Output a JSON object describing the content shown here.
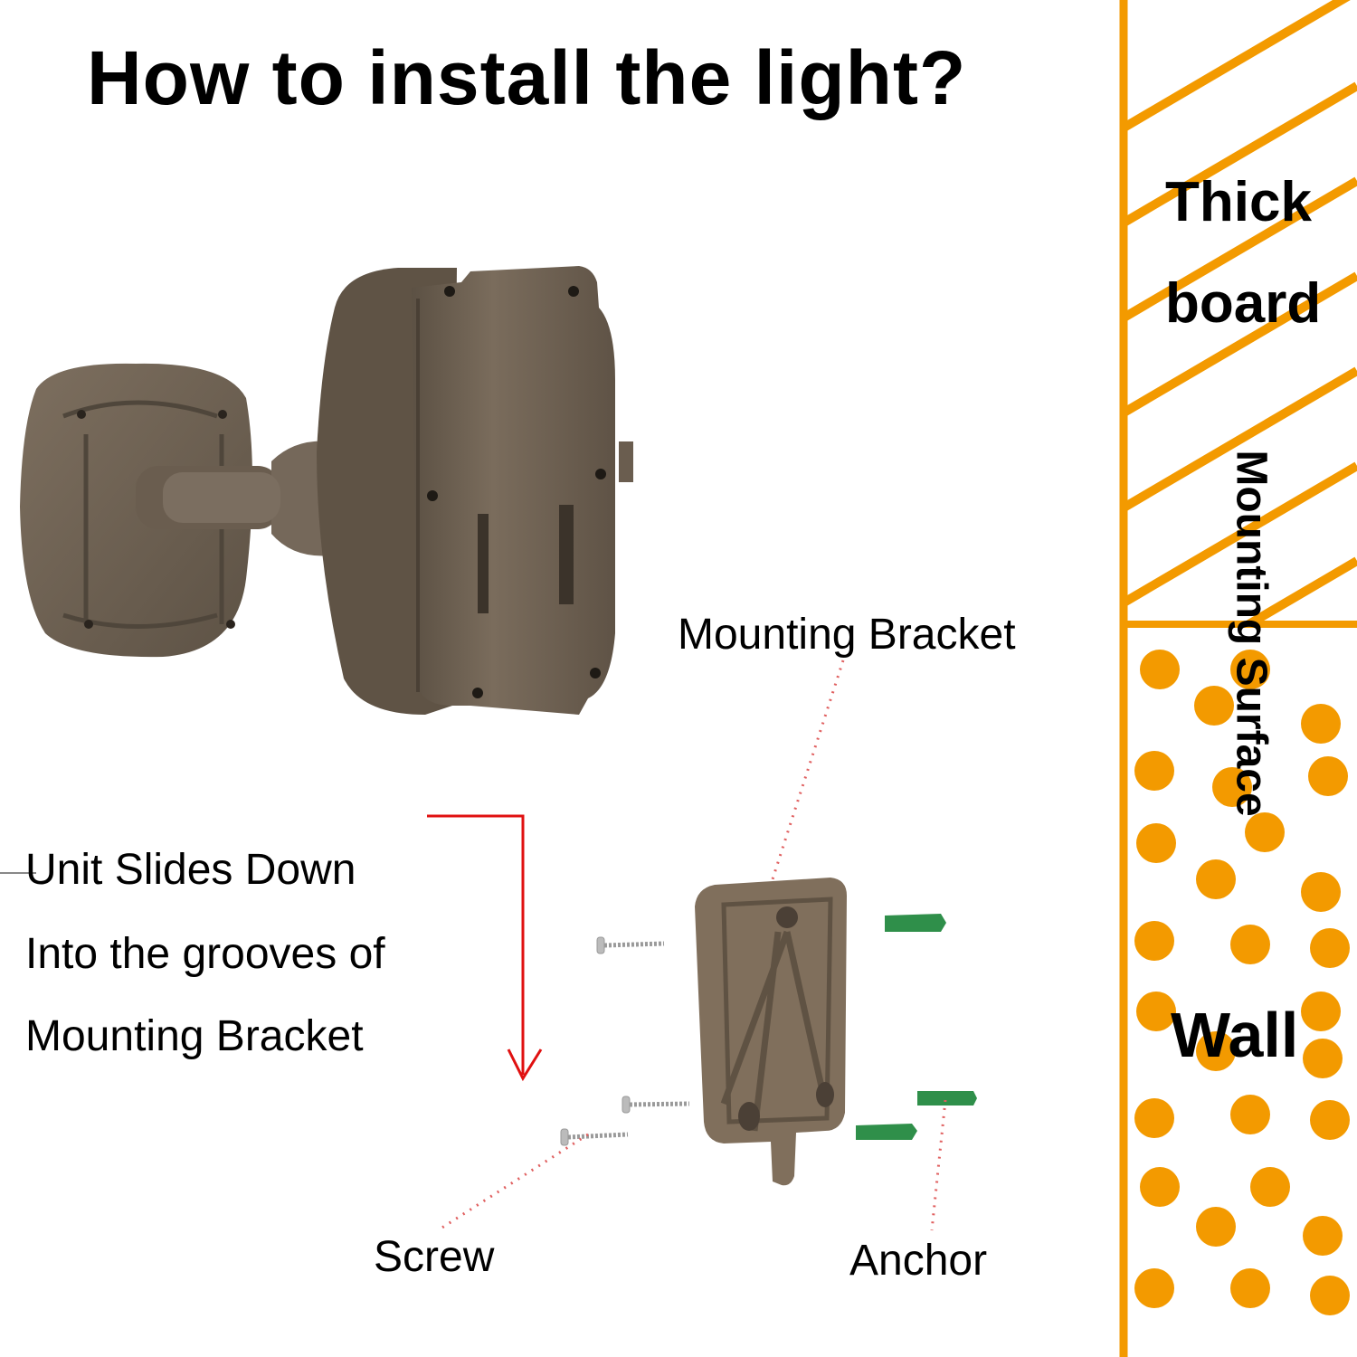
{
  "title": "How to install the light?",
  "wall_panel": {
    "thick_label": "Thick",
    "board_label": "board",
    "mounting_surface_label": "Mounting Surface",
    "wall_label": "Wall",
    "accent_color": "#f39a00"
  },
  "labels": {
    "mounting_bracket": "Mounting Bracket",
    "instruction_line1": "Unit Slides Down",
    "instruction_line2": "Into the grooves of",
    "instruction_line3": "Mounting Bracket",
    "screw": "Screw",
    "anchor": "Anchor"
  },
  "colors": {
    "body_brown": "#6e6152",
    "arrow_red": "#e01010",
    "anchor_green": "#2f8f4a",
    "leader_red": "#e06060"
  }
}
